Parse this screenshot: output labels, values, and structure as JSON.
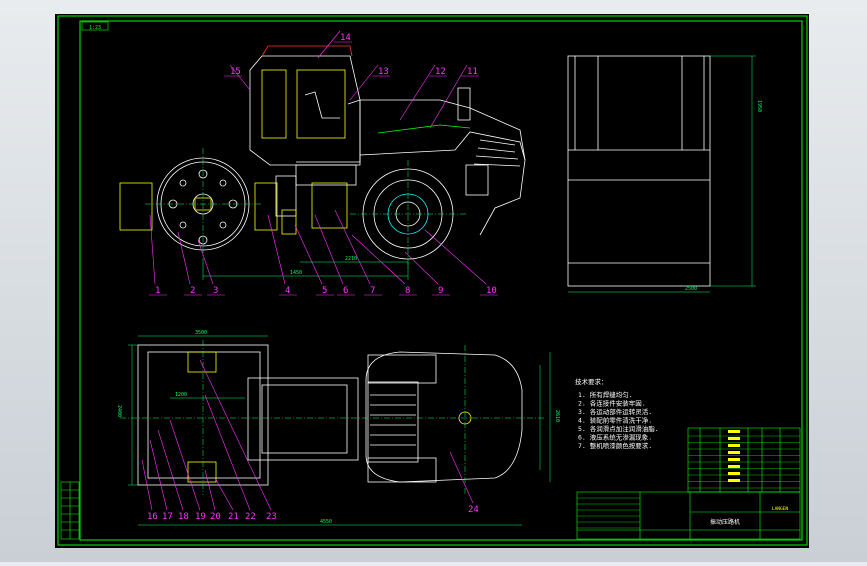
{
  "window_bg": "#c9cfd5",
  "sheet_bg": "#000000",
  "colors": {
    "frame": "#00ff00",
    "outline": "#ffffff",
    "leader": "#ff33ff",
    "cyan": "#00ffff",
    "yellow": "#ffff00",
    "dimension": "#00ff66",
    "red": "#ff3333"
  },
  "corner_tag": "1:23",
  "side_view": {
    "part_numbers": [
      "1",
      "2",
      "3",
      "4",
      "5",
      "6",
      "7",
      "8",
      "9",
      "10",
      "11",
      "12",
      "13",
      "14",
      "15"
    ],
    "dims": [
      "1450",
      "2210"
    ]
  },
  "end_view": {
    "dims": [
      "2500",
      "1950"
    ]
  },
  "plan_view": {
    "part_numbers": [
      "16",
      "17",
      "18",
      "19",
      "20",
      "21",
      "22",
      "23",
      "24"
    ],
    "dims": [
      "3500",
      "1200",
      "4550",
      "2400",
      "2610"
    ]
  },
  "tech_requirements": {
    "title": "技术要求：",
    "items": [
      "1. 所有焊缝均匀.",
      "2. 各连接件安装牢固.",
      "3. 各运动部件运转灵活.",
      "4. 装配前零件清洗干净.",
      "5. 各润滑点加注润滑油脂.",
      "6. 液压系统无渗漏现象.",
      "7. 整机喷漆颜色按要求."
    ]
  },
  "title_block": {
    "label": "LANGEN",
    "drawing_name": "振动压路机"
  }
}
